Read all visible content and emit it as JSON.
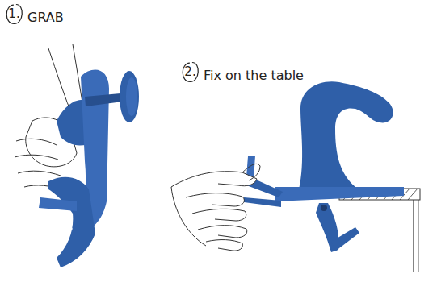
{
  "diagram": {
    "nodes": [
      {
        "text": [
          "1.",
          "GRAB"
        ]
      },
      {
        "text": [
          "2.",
          "Fix on the table"
        ]
      }
    ]
  }
}
